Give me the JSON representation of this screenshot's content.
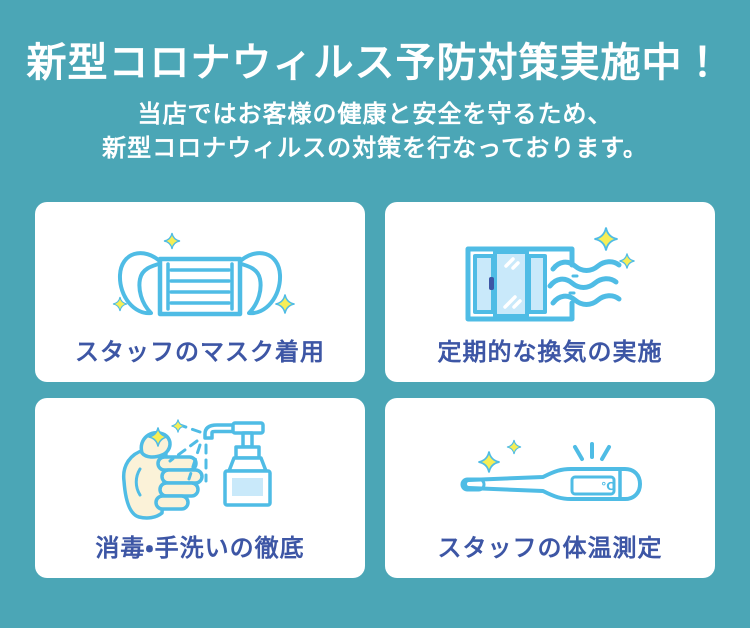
{
  "colors": {
    "background": "#4BA6B6",
    "card_bg": "#FFFFFF",
    "heading_text": "#FFFFFF",
    "label_text": "#3D56A5",
    "icon_blue": "#4FBCE5",
    "icon_fill_light": "#C9E9FA",
    "sparkle_yellow": "#F6EE56",
    "hand_fill": "#FBF2D8",
    "display_fill": "#FAF6DC",
    "thermometer_tip": "#5EC6E1",
    "handle_navy": "#3D56A5"
  },
  "header": {
    "title": "新型コロナウィルス予防対策実施中！",
    "subtitle_line1": "当店ではお客様の健康と安全を守るため、",
    "subtitle_line2": "新型コロナウィルスの対策を行なっております。"
  },
  "cards": [
    {
      "icon": "face-mask-icon",
      "label": "スタッフのマスク着用"
    },
    {
      "icon": "window-ventilation-icon",
      "label": "定期的な換気の実施"
    },
    {
      "icon": "hand-sanitizer-icon",
      "label": "消毒・手洗いの徹底"
    },
    {
      "icon": "thermometer-icon",
      "label": "スタッフの体温測定",
      "display_unit": "℃"
    }
  ]
}
